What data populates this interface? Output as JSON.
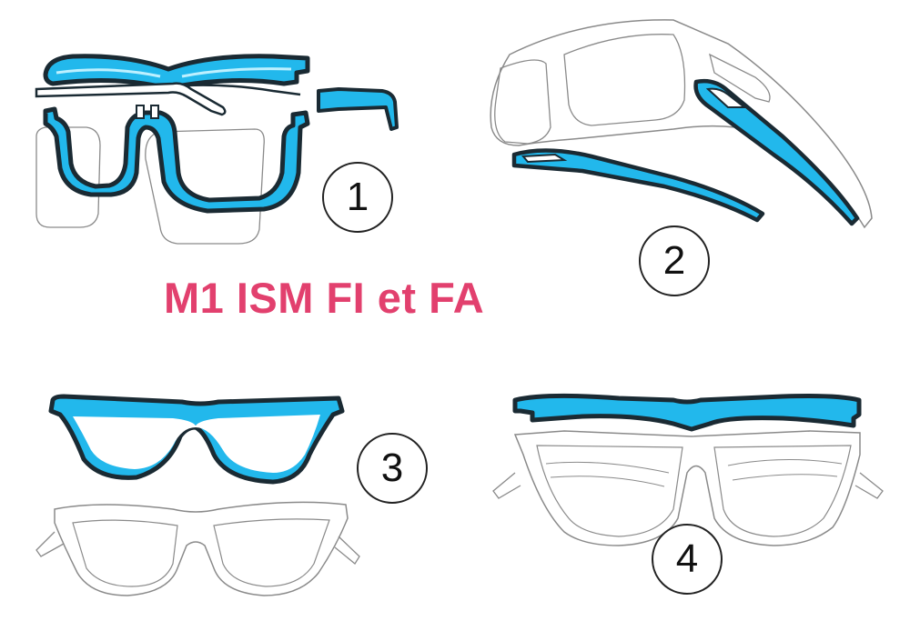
{
  "title": "M1 ISM FI et FA",
  "colors": {
    "title": "#e2406e",
    "accent": "#22b8ec",
    "outline": "#1a2a33",
    "pencil": "#8a8a8a"
  },
  "figures": [
    {
      "number": "1",
      "subject": "glasses-exploded-view"
    },
    {
      "number": "2",
      "subject": "goggle-side-view"
    },
    {
      "number": "3",
      "subject": "cat-eye-front-and-frame"
    },
    {
      "number": "4",
      "subject": "browline-front-and-frame"
    }
  ]
}
